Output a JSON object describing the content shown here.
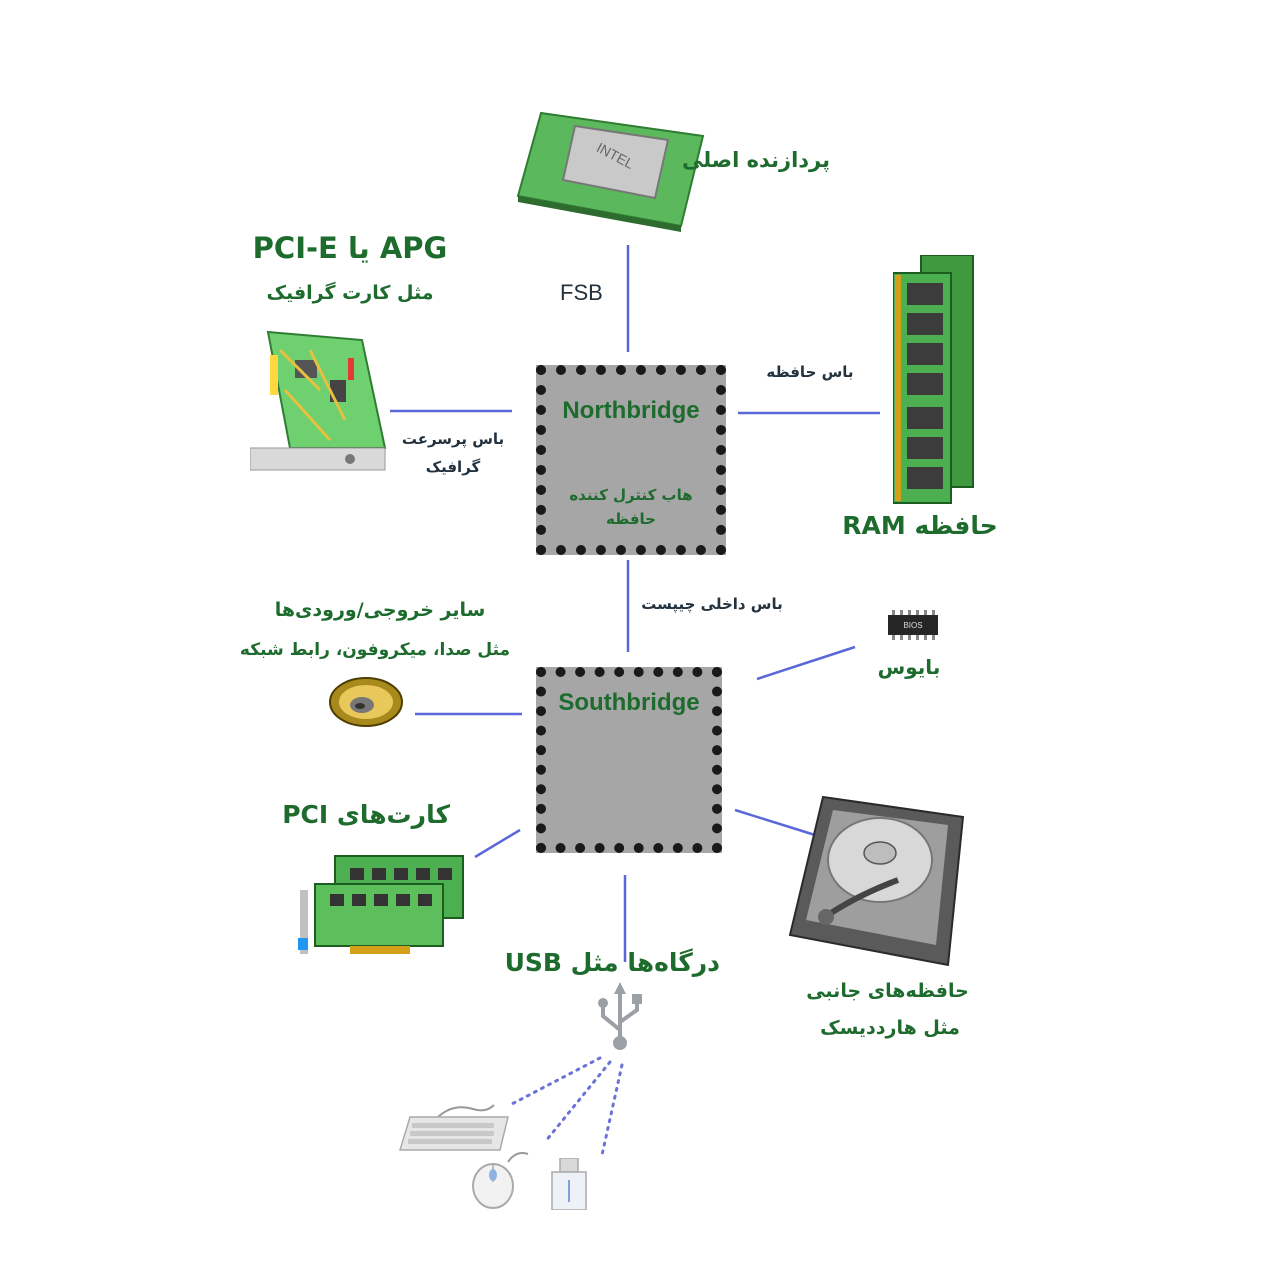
{
  "cpu": {
    "chip_text": "INTEL",
    "label": "پردازنده اصلی"
  },
  "fsb": "FSB",
  "graphics": {
    "title": "APG یا PCI-E",
    "subtitle": "مثل کارت گرافیک",
    "bus": "باس پرسرعت\nگرافیک"
  },
  "ram": {
    "bus": "باس حافظه",
    "label": "حافظه RAM"
  },
  "northbridge": {
    "title": "Northbridge",
    "subtitle": "هاب کنترل کننده\nحافظه"
  },
  "internal_bus": "باس داخلی چیپست",
  "io": {
    "title": "سایر خروجی/ورودی‌ها",
    "subtitle": "مثل صدا، میکروفون، رابط شبکه"
  },
  "bios": {
    "chip_text": "BIOS",
    "label": "بایوس"
  },
  "southbridge": {
    "title": "Southbridge"
  },
  "pci": {
    "label": "کارت‌های PCI"
  },
  "storage": {
    "title": "حافظه‌های جانبی",
    "subtitle": "مثل هارددیسک"
  },
  "usb": {
    "label": "درگاه‌ها مثل USB"
  },
  "colors": {
    "wire": "#5a67d8",
    "label_green": "#1e6b2e",
    "board_green": "#4caf50",
    "chip_gray": "#a6a6a6"
  }
}
